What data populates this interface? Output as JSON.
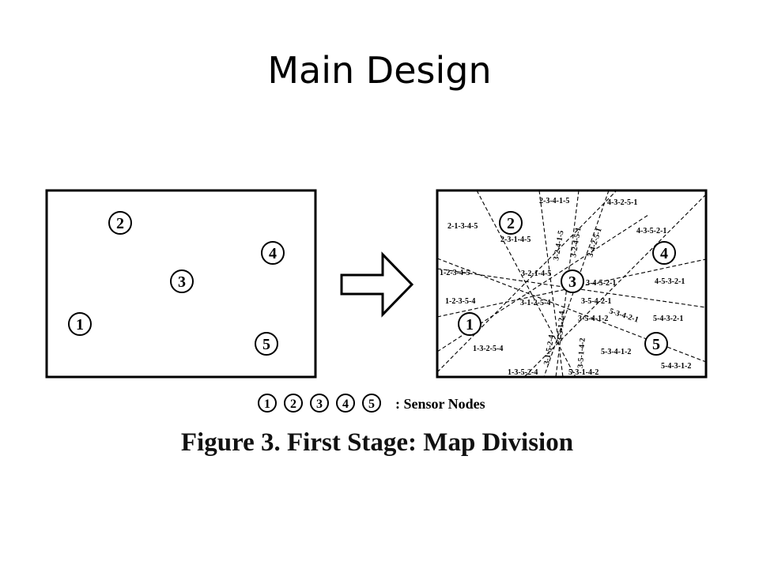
{
  "slide": {
    "title": "Main Design"
  },
  "left_panel": {
    "nodes": [
      "1",
      "2",
      "3",
      "4",
      "5"
    ]
  },
  "right_panel": {
    "nodes": [
      "1",
      "2",
      "3",
      "4",
      "5"
    ],
    "regions": [
      "2-3-4-1-5",
      "4-3-2-5-1",
      "2-1-3-4-5",
      "2-3-1-4-5",
      "3-2-4-1-5",
      "3-2-4-5-1",
      "3-4-2-5-1",
      "4-3-5-2-1",
      "1-2-3-4-5",
      "3-2-1-4-5",
      "3-4-5-2-1",
      "4-5-3-2-1",
      "1-2-3-5-4",
      "3-1-2-5-4",
      "3-5-4-2-1",
      "5-4-3-2-1",
      "3-5-4-1-2",
      "5-3-4-2-1",
      "1-3-2-5-4",
      "3-1-5-2-4",
      "3-5-1-2-4",
      "3-5-1-4-2",
      "5-3-4-1-2",
      "5-4-3-1-2",
      "1-3-5-2-4",
      "5-3-1-4-2"
    ]
  },
  "legend": {
    "nodes": [
      "1",
      "2",
      "3",
      "4",
      "5"
    ],
    "label": ": Sensor Nodes"
  },
  "caption": "Figure 3. First Stage: Map Division"
}
